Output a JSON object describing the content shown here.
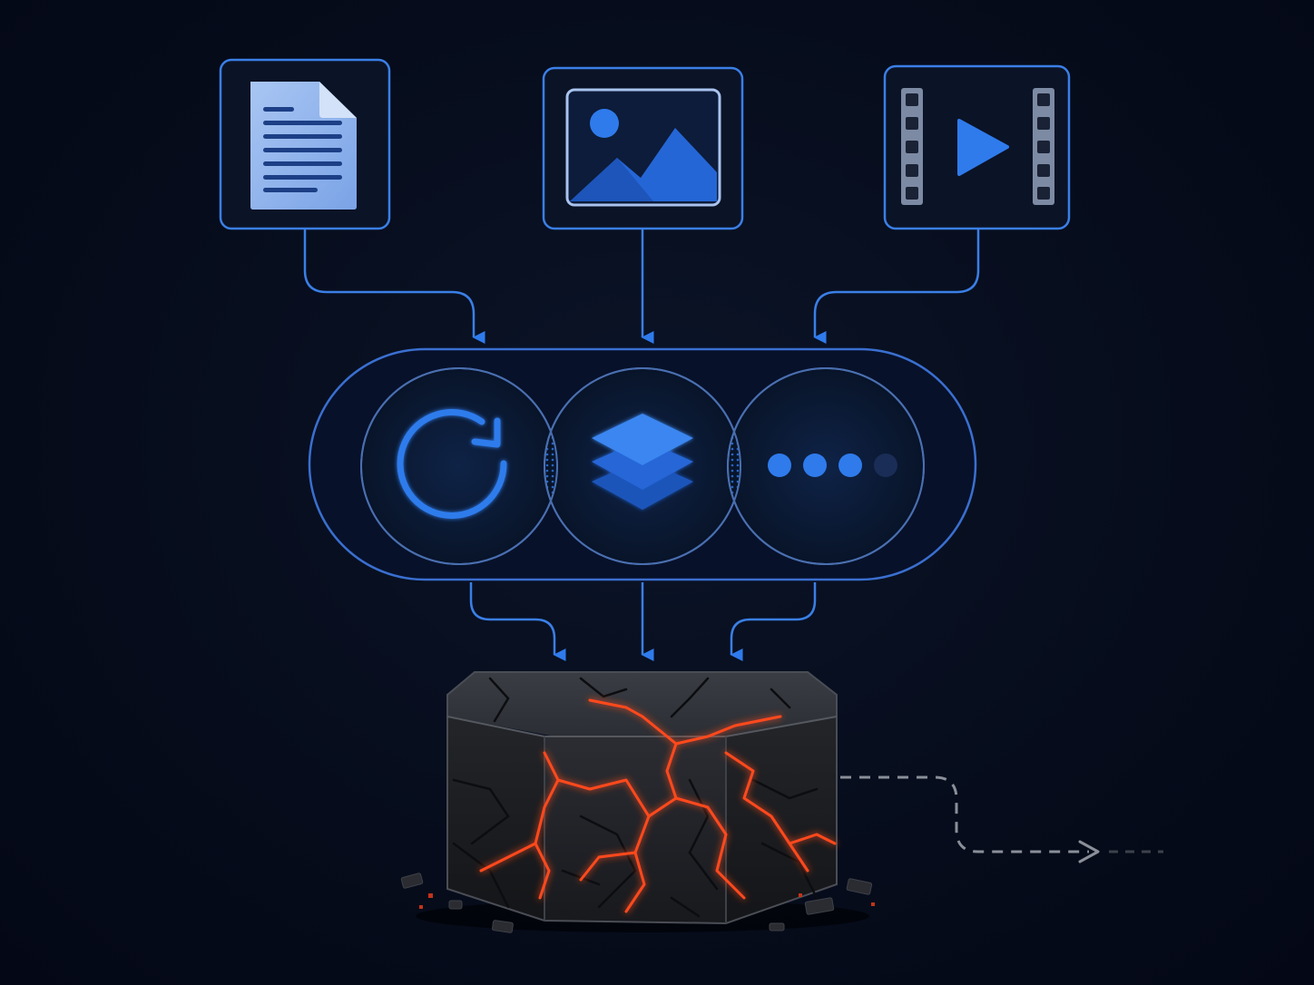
{
  "diagram": {
    "inputs": [
      {
        "id": "document",
        "icon": "document-icon"
      },
      {
        "id": "image",
        "icon": "image-icon"
      },
      {
        "id": "video",
        "icon": "video-play-icon"
      }
    ],
    "processing_stages": [
      {
        "id": "refresh",
        "icon": "refresh-icon"
      },
      {
        "id": "layers",
        "icon": "layers-icon"
      },
      {
        "id": "more",
        "icon": "ellipsis-icon"
      }
    ],
    "output": {
      "id": "cracked-block",
      "icon": "cracked-block-icon"
    },
    "side_output": {
      "style": "dashed",
      "icon": "arrow-right-icon"
    }
  },
  "colors": {
    "background": "#060c1b",
    "accent": "#2f7bec",
    "accent_light": "#8db4ee",
    "stroke": "#3a6fd0",
    "lava": "#ff4a1c",
    "rock": "#2a2d33",
    "dashed": "#8a8f99"
  }
}
